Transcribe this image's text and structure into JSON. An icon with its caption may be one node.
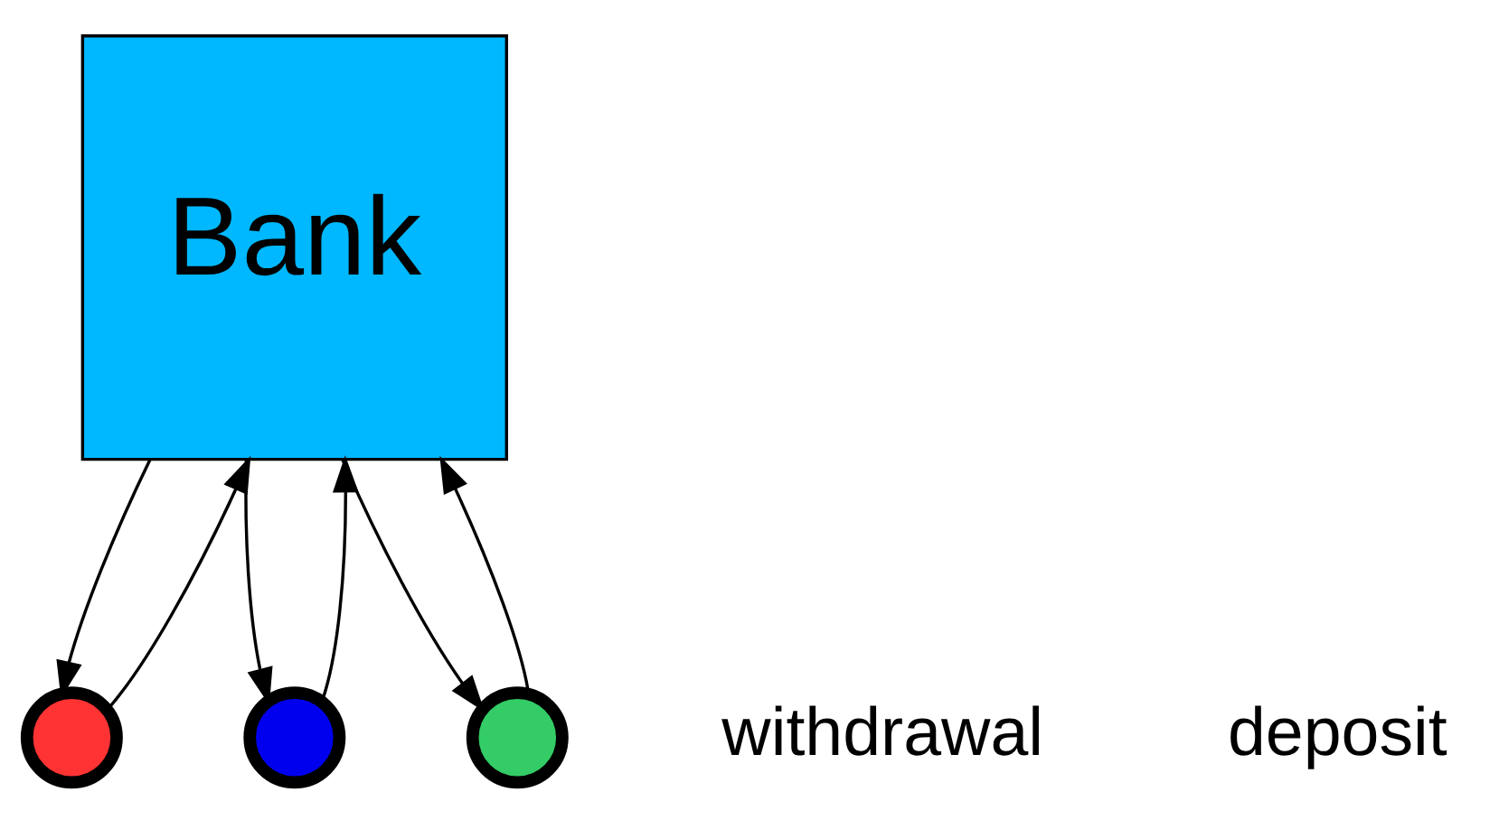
{
  "diagram": {
    "nodes": [
      {
        "text": [
          "Bank"
        ]
      },
      {
        "text": [],
        "shape": "circle"
      },
      {
        "text": [],
        "shape": "circle"
      },
      {
        "text": [],
        "shape": "circle"
      }
    ],
    "edges": [
      {
        "from": 0,
        "to": 1,
        "arrow": "to"
      },
      {
        "from": 0,
        "to": 2,
        "arrow": "to"
      },
      {
        "from": 0,
        "to": 3,
        "arrow": "to"
      },
      {
        "from": 1,
        "to": 0,
        "arrow": "to"
      },
      {
        "from": 2,
        "to": 0,
        "arrow": "to"
      },
      {
        "from": 3,
        "to": 0,
        "arrow": "to"
      }
    ],
    "labels": [
      "withdrawal",
      "deposit"
    ]
  }
}
